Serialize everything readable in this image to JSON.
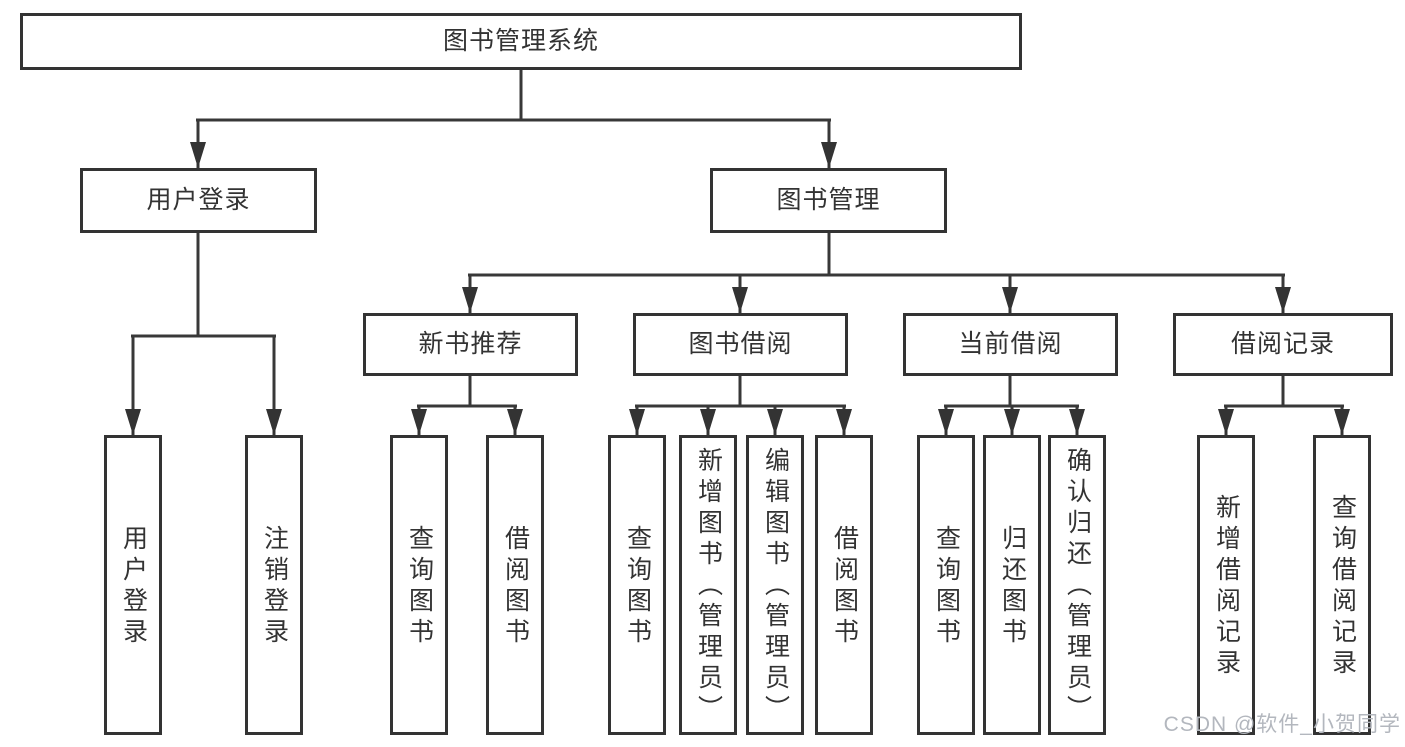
{
  "tree": {
    "root": "图书管理系统",
    "branches": [
      {
        "label": "用户登录",
        "children": [
          "用户登录",
          "注销登录"
        ]
      },
      {
        "label": "图书管理",
        "sections": [
          {
            "label": "新书推荐",
            "children": [
              "查询图书",
              "借阅图书"
            ]
          },
          {
            "label": "图书借阅",
            "children": [
              "查询图书",
              "新增图书（管理员）",
              "编辑图书（管理员）",
              "借阅图书"
            ]
          },
          {
            "label": "当前借阅",
            "children": [
              "查询图书",
              "归还图书",
              "确认归还（管理员）"
            ]
          },
          {
            "label": "借阅记录",
            "children": [
              "新增借阅记录",
              "查询借阅记录"
            ]
          }
        ]
      }
    ]
  },
  "watermark": {
    "text": "CSDN @软件_小贺同学"
  },
  "colors": {
    "line": "#383838",
    "box_border": "#333333",
    "text": "#333333",
    "background": "#ffffff",
    "watermark": "#b3b7be"
  }
}
